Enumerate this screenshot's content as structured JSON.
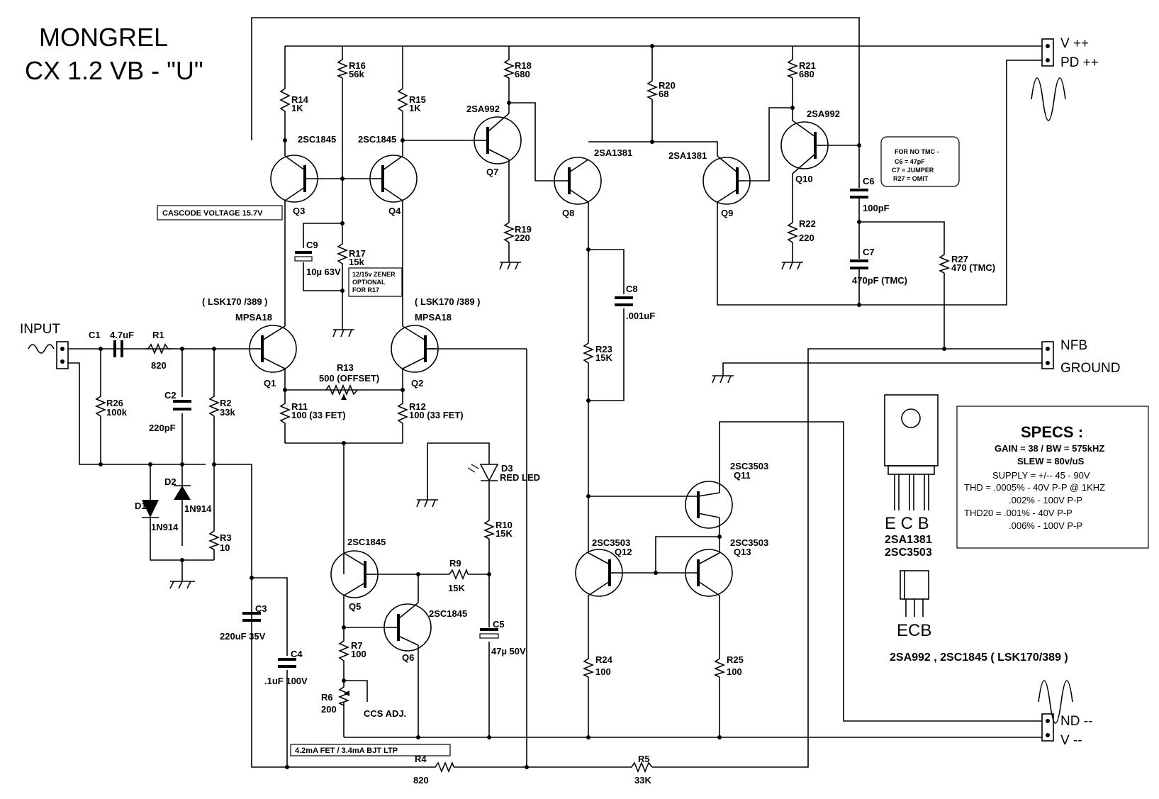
{
  "title": {
    "line1": "MONGREL",
    "line2": "CX 1.2 VB - \"U\""
  },
  "connectors": {
    "input": "INPUT",
    "vpp": "V ++",
    "pdpp": "PD  ++",
    "nfb": "NFB",
    "ground": "GROUND",
    "nd": "ND --",
    "vmm": "V --"
  },
  "components": {
    "C1": "C1",
    "C1v": "4.7uF",
    "R1": "R1",
    "R1v": "820",
    "R26": "R26",
    "R26v": "100k",
    "C2": "C2",
    "C2v": "220pF",
    "R2": "R2",
    "R2v": "33k",
    "D1": "D1",
    "D1v": "1N914",
    "D2": "D2",
    "D2v": "1N914",
    "R3": "R3",
    "R3v": "10",
    "C3": "C3",
    "C3v": "220uF 35V",
    "C4": "C4",
    "C4v": ".1uF 100V",
    "R14": "R14",
    "R14v": "1K",
    "R15": "R15",
    "R15v": "1K",
    "R16": "R16",
    "R16v": "56k",
    "R17": "R17",
    "R17v": "15k",
    "C9": "C9",
    "C9v": "10µ 63V",
    "Q1": "Q1",
    "Q2": "Q2",
    "Q3": "Q3",
    "Q4": "Q4",
    "Q5": "Q5",
    "Q6": "Q6",
    "Q7": "Q7",
    "Q8": "Q8",
    "Q9": "Q9",
    "Q10": "Q10",
    "Q11": "Q11",
    "Q12": "Q12",
    "Q13": "Q13",
    "Q3t": "2SC1845",
    "Q4t": "2SC1845",
    "Q5t": "2SC1845",
    "Q6t": "2SC1845",
    "Q7t": "2SA992",
    "Q10t": "2SA992",
    "Q8t": "2SA1381",
    "Q9t": "2SA1381",
    "Q11t": "2SC3503",
    "Q12t": "2SC3503",
    "Q13t": "2SC3503",
    "Q1a": "( LSK170 /389 )",
    "Q1b": "MPSA18",
    "Q2a": "( LSK170 /389 )",
    "Q2b": "MPSA18",
    "R13": "R13",
    "R13v": "500 (OFFSET)",
    "R11": "R11",
    "R11v": "100 (33 FET)",
    "R12": "R12",
    "R12v": "100 (33 FET)",
    "R18": "R18",
    "R18v": "680",
    "R19": "R19",
    "R19v": "220",
    "R20": "R20",
    "R20v": "68",
    "R21": "R21",
    "R21v": "680",
    "R22": "R22",
    "R22v": "220",
    "C6": "C6",
    "C6v": "100pF",
    "C7": "C7",
    "C7v": "470pF (TMC)",
    "R27": "R27",
    "R27v": "470 (TMC)",
    "C8": "C8",
    "C8v": ".001uF",
    "R23": "R23",
    "R23v": "15K",
    "D3": "D3",
    "D3v": "RED LED",
    "R10": "R10",
    "R10v": "15K",
    "R9": "R9",
    "R9v": "15K",
    "C5": "C5",
    "C5v": "47µ 50V",
    "R7": "R7",
    "R7v": "100",
    "R6": "R6",
    "R6v": "200",
    "R6n": "CCS ADJ.",
    "R24": "R24",
    "R24v": "100",
    "R25": "R25",
    "R25v": "100",
    "R4": "R4",
    "R4v": "820",
    "R5": "R5",
    "R5v": "33K"
  },
  "notes": {
    "cascode": "CASCODE VOLTAGE 15.7V",
    "zener1": "12/15v ZENER",
    "zener2": "OPTIONAL",
    "zener3": "FOR R17",
    "ltp": "4.2mA FET /  3.4mA BJT LTP",
    "tmc1": "FOR NO TMC -",
    "tmc2": "C6 = 47pF",
    "tmc3": "C7 = JUMPER",
    "tmc4": "R27 = OMIT"
  },
  "specs": {
    "heading": "SPECS :",
    "l1": "GAIN = 38 / BW = 575kHZ",
    "l2": "SLEW = 80v/uS",
    "l3": "SUPPLY =  +/-- 45 - 90V",
    "l4": "THD = .0005% - 40V P-P  @ 1KHZ",
    "l5": ".002% - 100V P-P",
    "l6": "THD20 = .001% - 40V P-P",
    "l7": ".006% - 100V P-P"
  },
  "pinout": {
    "ecb1": "E C B",
    "p1": "2SA1381",
    "p2": "2SC3503",
    "ecb2": "ECB",
    "p3": "2SA992 , 2SC1845  ( LSK170/389 )"
  }
}
